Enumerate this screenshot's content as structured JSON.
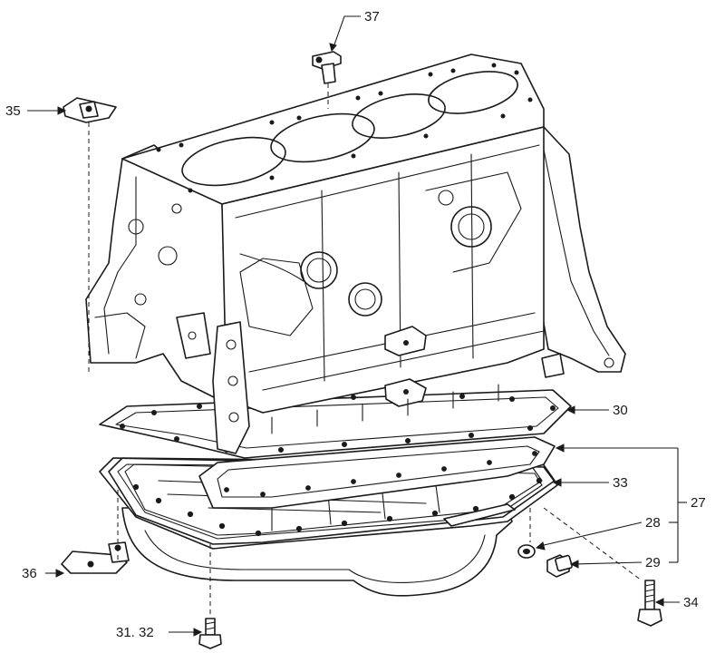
{
  "callouts": {
    "c37": "37",
    "c35": "35",
    "c30": "30",
    "c27": "27",
    "c33": "33",
    "c28": "28",
    "c29": "29",
    "c34": "34",
    "c36": "36",
    "c3132": "31. 32"
  },
  "colors": {
    "ink": "#1a1a1a",
    "paper": "#ffffff"
  }
}
